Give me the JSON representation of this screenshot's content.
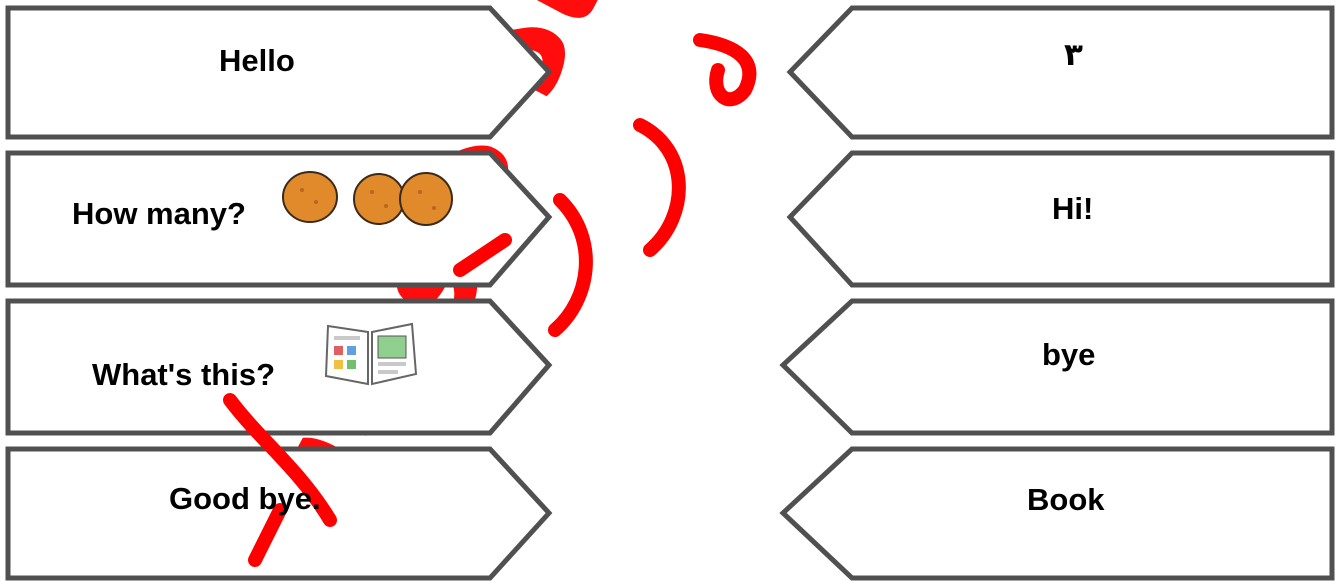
{
  "left_cards": [
    {
      "label": "Hello"
    },
    {
      "label": "How many?",
      "image": "three-potatoes-icon"
    },
    {
      "label": "What's this?",
      "image": "open-book-icon"
    },
    {
      "label": "Good bye."
    }
  ],
  "right_cards": [
    {
      "label": "٣"
    },
    {
      "label": "Hi!"
    },
    {
      "label": "bye"
    },
    {
      "label": "Book"
    }
  ],
  "watermark": {
    "text": "الأستاذ هوزان",
    "color": "#ff0000"
  },
  "colors": {
    "card_border": "#505050",
    "card_fill": "#ffffff",
    "potato": "#e08a2c"
  }
}
